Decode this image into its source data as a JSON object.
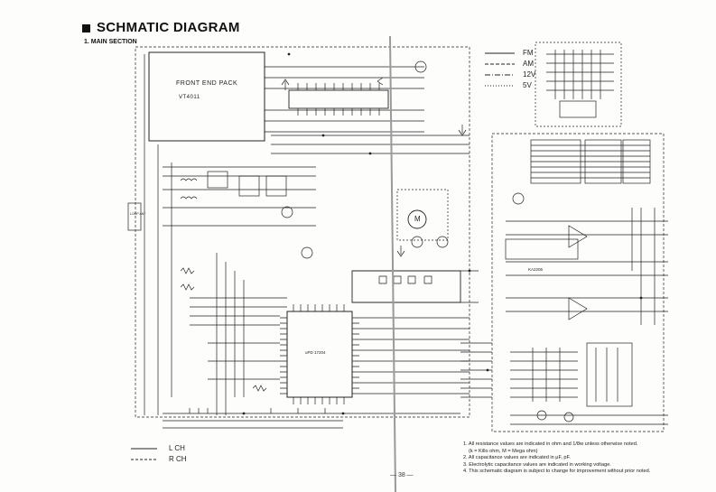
{
  "header": {
    "title": "SCHMATIC DIAGRAM",
    "subtitle": "1. MAIN SECTION"
  },
  "front_end": {
    "label": "FRONT END PACK",
    "model": "VT4011"
  },
  "blocks": {
    "motor": "M",
    "cd_ic": "uPD 17204",
    "amp_ic": "KA2206",
    "loop_ant": "LOOP ANT"
  },
  "signal_legend": [
    {
      "name": "FM"
    },
    {
      "name": "AM"
    },
    {
      "name": "12V"
    },
    {
      "name": "5V"
    }
  ],
  "channel_legend": [
    {
      "name": "L CH"
    },
    {
      "name": "R CH"
    }
  ],
  "notes": [
    "1. All resistance values are indicated in ohm and 1/8w unless otherwise noted.",
    "(k = Killo ohm, M = Mega ohm)",
    "2. All capacitance values are indicated in μF, pF.",
    "3. Electrolytic capacitance values are indicated in working voltage.",
    "4. This schematic diagram is subject to change for improvement without prior noted."
  ],
  "page_number": "— 38 —",
  "colors": {
    "ink": "#222222",
    "paper": "#fdfdfc",
    "fold": "#9a9a9a"
  }
}
